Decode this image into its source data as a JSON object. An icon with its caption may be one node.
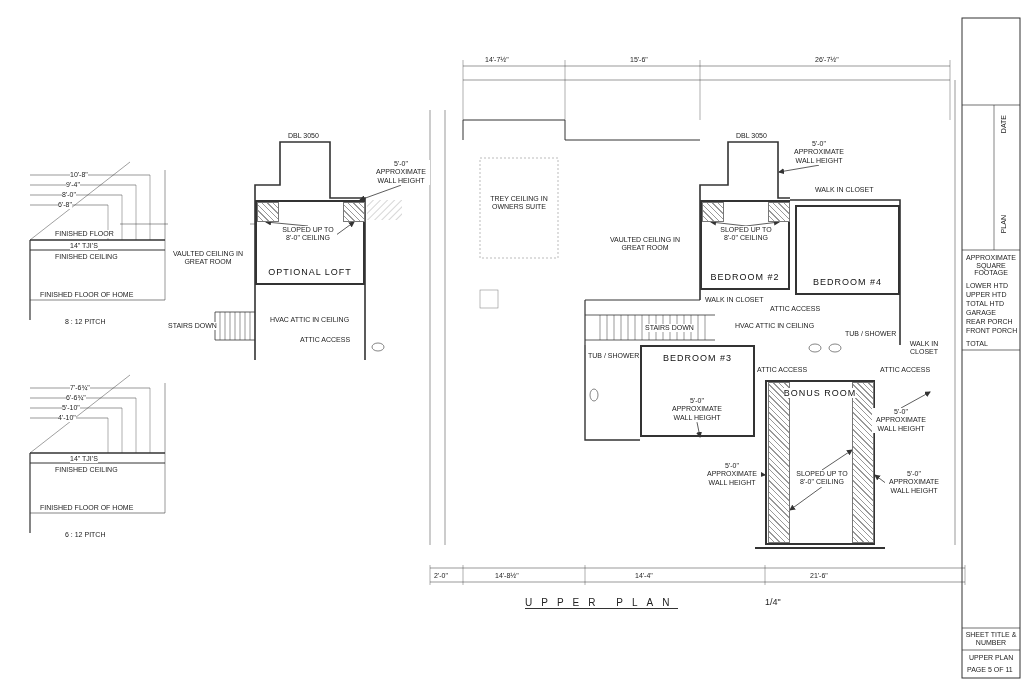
{
  "diagram": {
    "title": "UPPER PLAN",
    "nodes": [
      {
        "text": [
          "OPTIONAL LOFT"
        ]
      },
      {
        "text": [],
        "shape": "box",
        "in": 0
      },
      {
        "text": [],
        "shape": "box",
        "in": 0
      },
      {
        "text": [
          "BEDROOM #2"
        ]
      },
      {
        "text": [],
        "shape": "box",
        "in": 3
      },
      {
        "text": [],
        "shape": "box",
        "in": 3
      },
      {
        "text": [
          "BEDROOM #4"
        ]
      },
      {
        "text": [
          "BEDROOM #3"
        ]
      },
      {
        "text": [
          "BONUS ROOM"
        ]
      },
      {
        "text": [],
        "shape": "box",
        "in": 8
      },
      {
        "text": [],
        "shape": "box",
        "in": 8
      },
      {
        "text": [
          "5'-0\" APPROXIMATE WALL HEIGHT"
        ]
      },
      {
        "text": [
          "SLOPED UP TO 8'-0\" CEILING"
        ],
        "in": 0
      },
      {
        "text": [
          "5'-0\" APPROXIMATE WALL HEIGHT"
        ]
      },
      {
        "text": [
          "SLOPED UP TO 8'-0\" CEILING"
        ],
        "in": 3
      },
      {
        "text": [
          "5'-0\" APPROXIMATE WALL HEIGHT"
        ],
        "in": 7
      },
      {
        "text": [
          "5'-0\" APPROXIMATE WALL HEIGHT"
        ]
      },
      {
        "text": [
          "SLOPED UP TO 8'-0\" CEILING"
        ],
        "in": 8
      },
      {
        "text": [
          "5'-0\" APPROXIMATE WALL HEIGHT"
        ]
      },
      {
        "text": [
          "5'-0\" APPROXIMATE WALL HEIGHT"
        ]
      }
    ],
    "edges": [
      {
        "from": 11,
        "to": 0,
        "arrow": "to"
      },
      {
        "from": 12,
        "to": 1,
        "arrow": "to"
      },
      {
        "from": 12,
        "to": 2,
        "arrow": "to"
      },
      {
        "from": 13,
        "to": null,
        "arrow": "to"
      },
      {
        "from": 14,
        "to": 4,
        "arrow": "to"
      },
      {
        "from": 14,
        "to": 5,
        "arrow": "to"
      },
      {
        "from": 15,
        "to": 7,
        "arrow": "to"
      },
      {
        "from": 16,
        "to": 8,
        "arrow": "to"
      },
      {
        "from": 17,
        "to": 9,
        "arrow": "to"
      },
      {
        "from": 17,
        "to": 10,
        "arrow": "to"
      },
      {
        "from": 18,
        "to": 8,
        "arrow": "to"
      },
      {
        "from": 19,
        "to": null,
        "arrow": "to"
      }
    ],
    "labels": [
      "10'-8\"",
      "9'-4\"",
      "8'-0\"",
      "6'-8\"",
      "FINISHED FLOOR",
      "14\" TJI'S",
      "FINISHED CEILING",
      "FINISHED FLOOR OF HOME",
      "8 : 12 PITCH",
      "DBL 3050",
      "DBL 3050",
      "14'-7½\"",
      "15'-6\"",
      "26'-7½\"",
      "TREY CEILING IN OWNERS SUITE",
      "VAULTED CEILING IN GREAT ROOM",
      "VAULTED CEILING IN GREAT ROOM",
      "WALK IN CLOSET",
      "ATTIC ACCESS",
      "STAIRS DOWN",
      "HVAC ATTIC IN CEILING",
      "WALK IN CLOSET",
      "ATTIC ACCESS",
      "STAIRS DOWN",
      "HVAC ATTIC IN CEILING",
      "TUB / SHOWER",
      "TUB / SHOWER",
      "WALK IN CLOSET",
      "ATTIC ACCESS",
      "ATTIC ACCESS",
      "7'-6¾\"",
      "6'-6¾\"",
      "5'-10\"",
      "4'-10\"",
      "14\" TJI'S",
      "FINISHED CEILING",
      "FINISHED FLOOR OF HOME",
      "6 : 12 PITCH",
      "2'-0\"",
      "14'-8½\"",
      "14'-4\"",
      "21'-6\"",
      "1/4\"",
      "DATE",
      "PLAN",
      "APPROXIMATE SQUARE FOOTAGE",
      "LOWER HTD",
      "UPPER HTD",
      "TOTAL HTD",
      "GARAGE",
      "REAR PORCH",
      "FRONT PORCH",
      "TOTAL",
      "SHEET TITLE & NUMBER",
      "UPPER PLAN",
      "PAGE 5 OF 11"
    ]
  }
}
